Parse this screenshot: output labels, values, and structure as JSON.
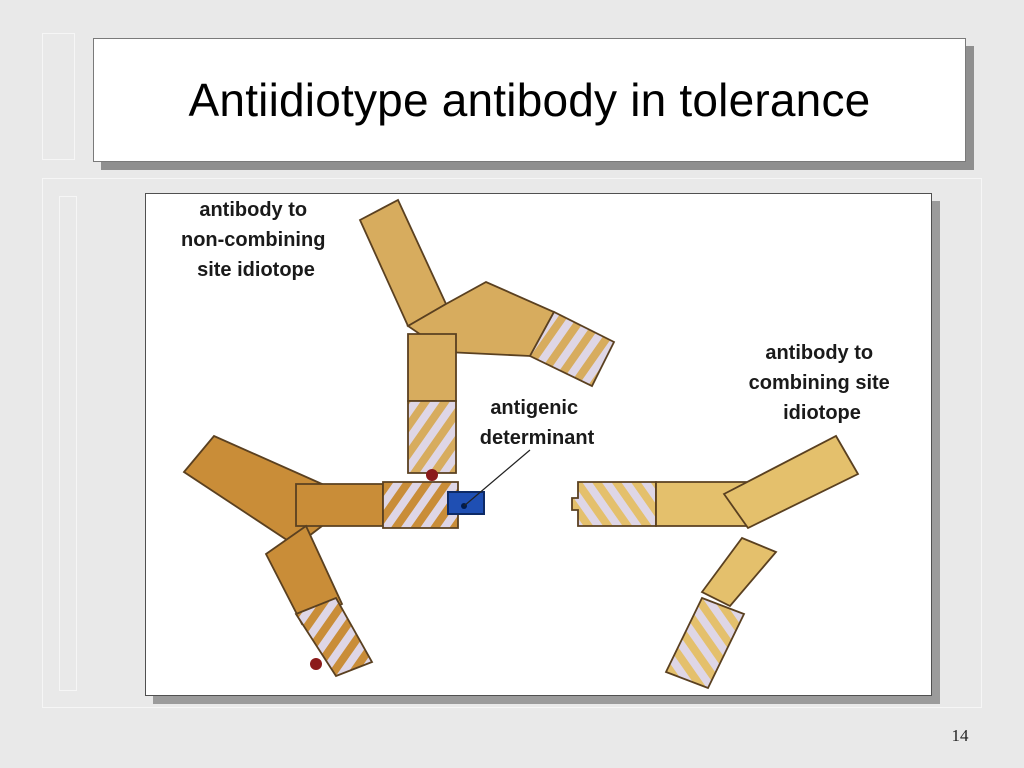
{
  "slide": {
    "title": "Antiidiotype antibody in tolerance",
    "page_number": "14"
  },
  "figure": {
    "labels": {
      "non_combining": [
        "antibody to",
        "non-combining",
        "site idiotope"
      ],
      "combining": [
        "antibody to",
        "combining site",
        "idiotope"
      ],
      "antigenic": [
        "antigenic",
        "determinant"
      ]
    },
    "colors": {
      "antibody_top": "#d7ac5e",
      "antibody_left": "#c98d38",
      "antibody_right": "#e4c06c",
      "variable_stripe": "#ded6e6",
      "antigen": "#1f4fb3",
      "contact_point": "#8b1a1a"
    }
  }
}
